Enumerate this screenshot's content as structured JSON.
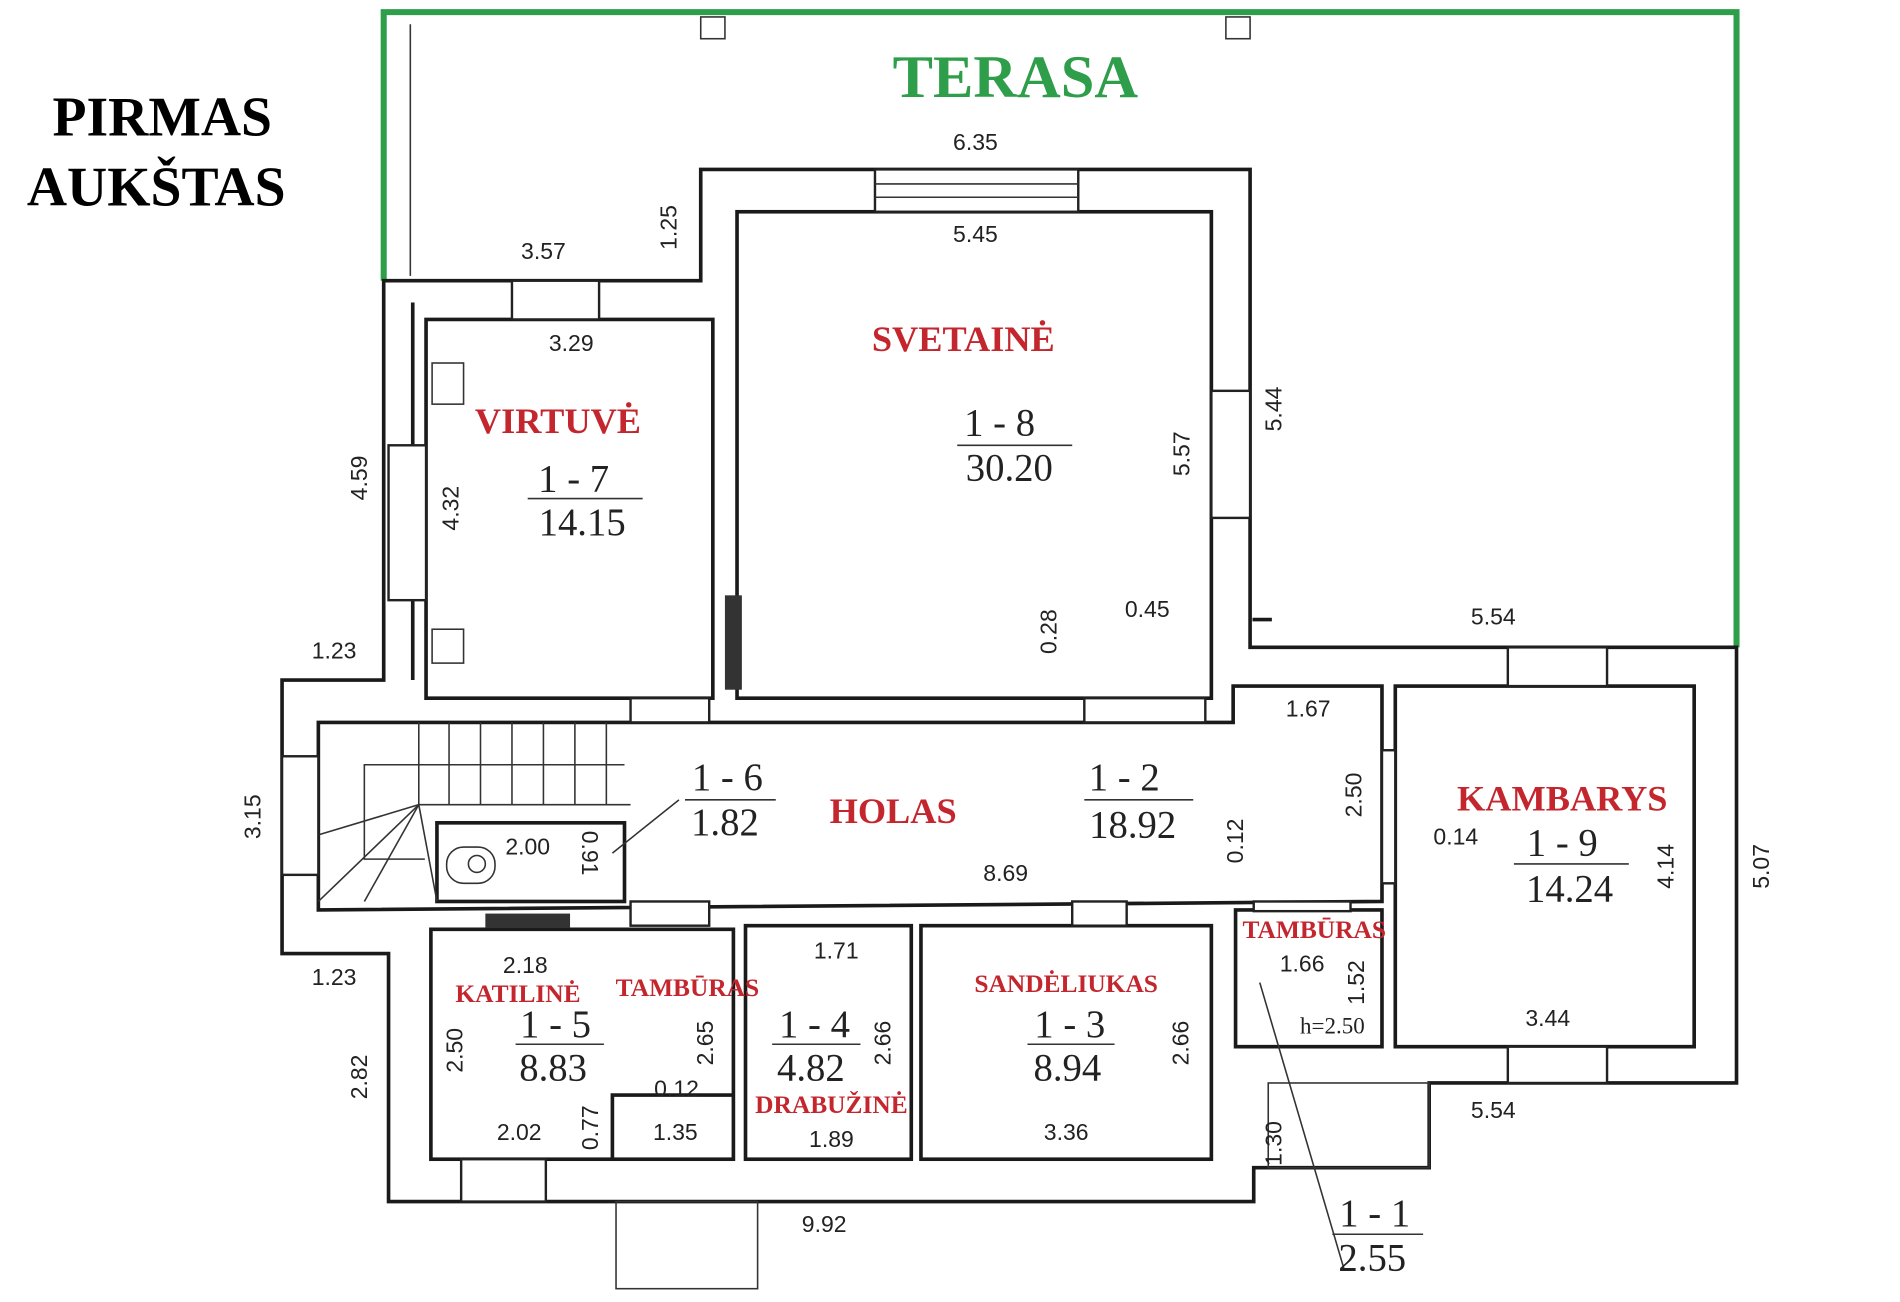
{
  "title": {
    "line1": "PIRMAS",
    "line2": "AUKŠTAS"
  },
  "terrace": {
    "label": "TERASA",
    "outline_color": "#2e9e4a"
  },
  "label_color": "#c4262e",
  "rooms": {
    "svetaine": {
      "name": "SVETAINĖ",
      "code": "1 - 8",
      "area": "30.20"
    },
    "virtuve": {
      "name": "VIRTUVĖ",
      "code": "1 - 7",
      "area": "14.15"
    },
    "holas": {
      "name": "HOLAS",
      "code": "1 - 2",
      "area": "18.92"
    },
    "wc": {
      "code": "1 - 6",
      "area": "1.82"
    },
    "kambarys": {
      "name": "KAMBARYS",
      "code": "1 - 9",
      "area": "14.24"
    },
    "katiline": {
      "name": "KATILINĖ",
      "code": "1 - 5",
      "area": "8.83"
    },
    "tamburas_left": {
      "name": "TAMBŪRAS"
    },
    "drabuzine": {
      "name": "DRABUŽINĖ",
      "code": "1 - 4",
      "area": "4.82"
    },
    "sandeliukas": {
      "name": "SANDĖLIUKAS",
      "code": "1 - 3",
      "area": "8.94"
    },
    "tamburas_right": {
      "name": "TAMBŪRAS",
      "code": "1 - 1",
      "area": "2.55"
    }
  },
  "dimensions": [
    "6.35",
    "3.57",
    "1.25",
    "5.45",
    "3.29",
    "5.44",
    "5.57",
    "4.59",
    "4.32",
    "0.28",
    "0.45",
    "5.54",
    "1.23",
    "1.67",
    "3.15",
    "2.00",
    "0.91",
    "8.69",
    "2.50",
    "0.12",
    "0.14",
    "4.14",
    "5.07",
    "1.23",
    "2.18",
    "1.71",
    "1.66",
    "1.52",
    "2.82",
    "2.50",
    "2.65",
    "2.66",
    "2.66",
    "3.44",
    "h=2.50",
    "0.12",
    "2.02",
    "0.77",
    "1.35",
    "1.89",
    "3.36",
    "5.54",
    "1.30",
    "9.92"
  ]
}
